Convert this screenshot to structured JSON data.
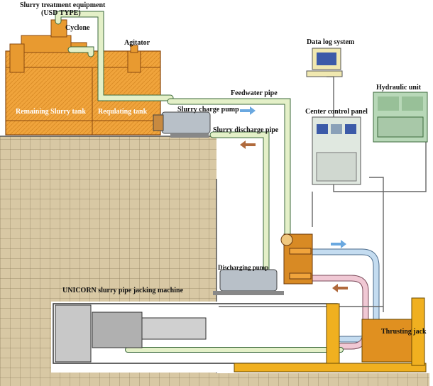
{
  "labels": {
    "slurry_treatment_line1": "Slurry treatment equipment",
    "slurry_treatment_line2": "(USD TYPE)",
    "cyclone": "Cyclone",
    "agitator": "Agitator",
    "remaining_tank": "Remaining Slurry tank",
    "regulating_tank": "Requlating tank",
    "feedwater_pipe": "Feedwater pipe",
    "slurry_charge_pump": "Slurry charge pump",
    "slurry_discharge_pipe": "Slurry discharge pipe",
    "data_log_system": "Data log system",
    "hydraulic_unit": "Hydraulic unit",
    "center_control_panel": "Center control panel",
    "discharging_pump": "Discharging pump",
    "machine": "UNICORN slurry pipe jacking machine",
    "thrusting_jack": "Thrusting jack"
  },
  "colors": {
    "soil": "#d8c8a4",
    "soil_grid": "#8c7c5c",
    "tank": "#f0a43c",
    "pipe_green": "#e4f0c8",
    "pipe_blue": "#c4dcf0",
    "pipe_pink": "#f0c8d4",
    "steel": "#ffb000",
    "arrow_blue": "#6aa8e0",
    "arrow_brown": "#b06a3c"
  }
}
